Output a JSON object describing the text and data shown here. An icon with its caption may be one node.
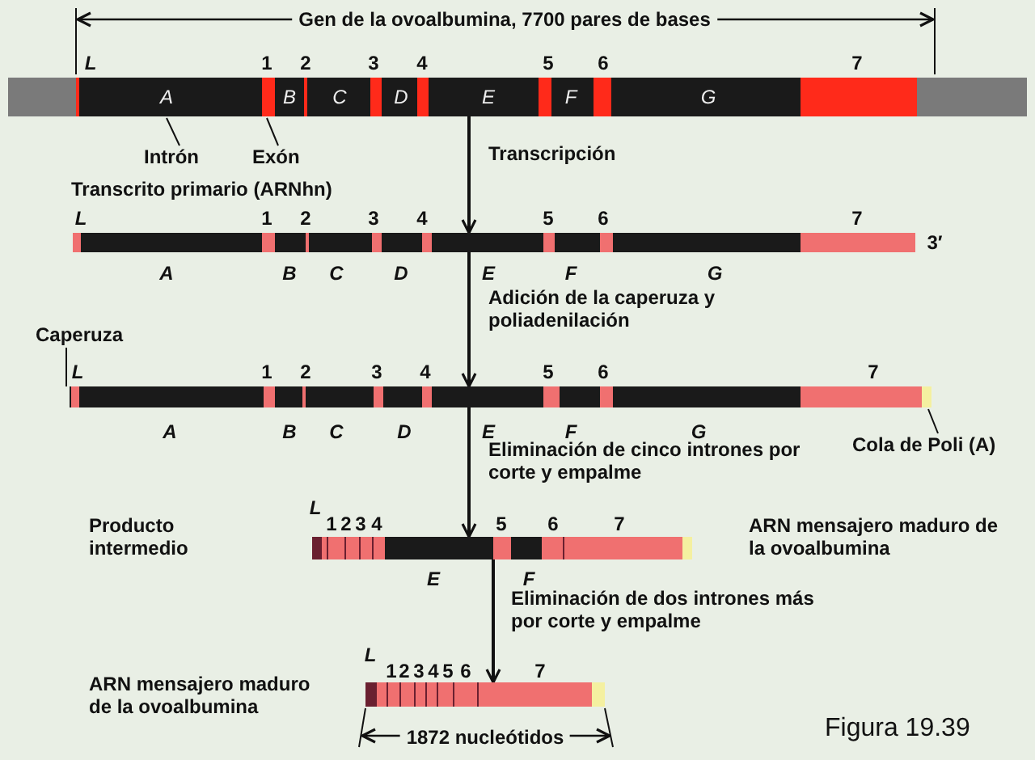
{
  "diagram": {
    "caption": "Figura 19.39",
    "nodes": [
      {
        "text": [],
        "shape": "bar"
      },
      {
        "text": [],
        "shape": "bar"
      },
      {
        "text": [],
        "shape": "bar"
      },
      {
        "text": [],
        "shape": "bar"
      },
      {
        "text": [],
        "shape": "bar",
        "beside": [
          "ARN mensajero maduro de la ovoalbumina"
        ]
      },
      {
        "text": [
          "Intrón"
        ]
      },
      {
        "text": [
          "Exón"
        ]
      },
      {
        "text": [
          "Caperuza"
        ]
      },
      {
        "text": [
          "Cola de Poli (A)"
        ]
      }
    ],
    "edges": [
      {
        "from": 0,
        "to": 1,
        "arrow": "to",
        "label": "Transcripción"
      },
      {
        "from": 1,
        "to": 2,
        "arrow": "to",
        "label": "Adición de la caperuza y poliadenilación"
      },
      {
        "from": 2,
        "to": 3,
        "arrow": "to",
        "label": "Eliminación de cinco intrones por corte y empalme"
      },
      {
        "from": 3,
        "to": 4,
        "arrow": "to",
        "label": "Eliminación de dos intrones más por corte y empalme"
      },
      {
        "from": 5,
        "to": 0,
        "arrow": "none"
      },
      {
        "from": 6,
        "to": 0,
        "arrow": "none"
      },
      {
        "from": 7,
        "to": 2,
        "arrow": "none"
      },
      {
        "from": 8,
        "to": 2,
        "arrow": "none"
      }
    ],
    "labels": [
      "Gen de la ovoalbumina, 7700 pares de bases",
      "L",
      "1",
      "2",
      "3",
      "4",
      "5",
      "6",
      "7",
      "A",
      "B",
      "C",
      "D",
      "E",
      "F",
      "G",
      "Transcrito primario (ARNhn)",
      "L",
      "1",
      "2",
      "3",
      "4",
      "5",
      "6",
      "7",
      "3′",
      "A",
      "B",
      "C",
      "D",
      "E",
      "F",
      "G",
      "L",
      "1",
      "2",
      "3",
      "4",
      "5",
      "6",
      "7",
      "A",
      "B",
      "C",
      "D",
      "E",
      "F",
      "G",
      "Producto intermedio",
      "L",
      "1",
      "2",
      "3",
      "4",
      "5",
      "6",
      "7",
      "ARN mensajero maduro de la ovoalbumina",
      "E",
      "F",
      "L",
      "1",
      "2",
      "3",
      "4",
      "5",
      "6",
      "7",
      "1872 nucleótidos"
    ]
  }
}
